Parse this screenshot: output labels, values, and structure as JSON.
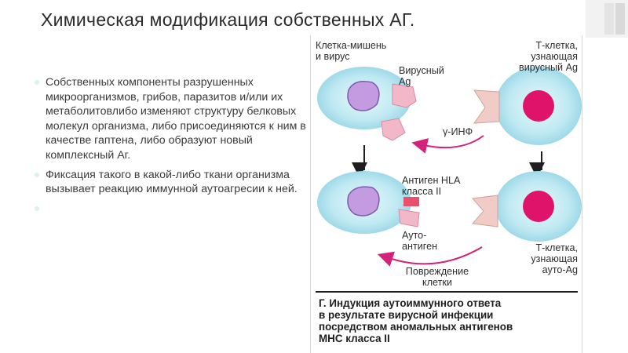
{
  "title": "Химическая модификация собственных АГ.",
  "bullets": [
    "Собственных компоненты разрушенных микроорганизмов, грибов, паразитов и/или их метаболитовлибо изменяют структуру белковых молекул организма, либо присоединяются к ним в качестве гаптена, либо образуют новый комплексный Аг.",
    "Фиксация такого в какой-либо ткани организма вызывает реакцию иммунной аутоагресии  к ней.",
    ""
  ],
  "diagram": {
    "target_cell_label": "Клетка-мишень\nи вирус",
    "t_cell_viral_label": "Т-клетка,\nузнающая\nвирусный Ag",
    "viral_ag_label": "Вирусный\nAg",
    "ifn_label": "γ-ИНФ",
    "hla_label": "Антиген HLA\nкласса II",
    "autoantigen_label": "Ауто-\nантиген",
    "t_cell_auto_label": "Т-клетка,\nузнающая\nауто-Ag",
    "damage_label": "Повреждение\nклетки",
    "caption": "Г. Индукция аутоиммунного ответа\nв результате вирусной инфекции\nпосредством аномальных антигенов\nМНС класса II"
  },
  "colors": {
    "cell_fill": "#b7e6f0",
    "nucleus_fill": "#c49be0",
    "t_nucleus_fill": "#e0136a",
    "antigen_pink": "#f2b8c8",
    "hla_red": "#e8516b",
    "arrow_magenta": "#d4217a",
    "receptor_tan": "#f1ccc6"
  }
}
